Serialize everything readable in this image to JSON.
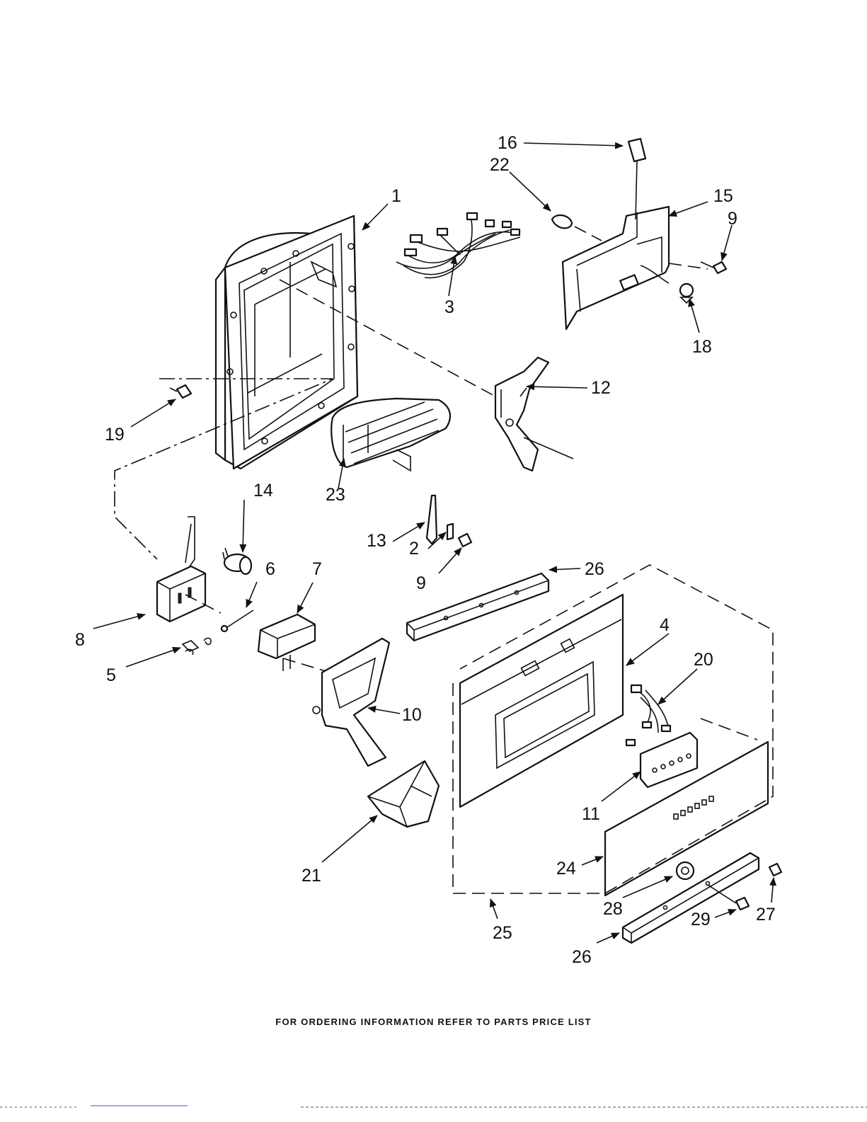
{
  "diagram": {
    "footer_note": "FOR ORDERING INFORMATION REFER TO PARTS PRICE LIST",
    "callouts": {
      "c1": "1",
      "c2": "2",
      "c3": "3",
      "c4": "4",
      "c5": "5",
      "c6": "6",
      "c7": "7",
      "c8": "8",
      "c9a": "9",
      "c9b": "9",
      "c10": "10",
      "c11": "11",
      "c12": "12",
      "c13": "13",
      "c14": "14",
      "c15": "15",
      "c16": "16",
      "c18": "18",
      "c19": "19",
      "c20": "20",
      "c21": "21",
      "c22": "22",
      "c23": "23",
      "c24": "24",
      "c25": "25",
      "c26a": "26",
      "c26b": "26",
      "c27": "27",
      "c28": "28",
      "c29": "29"
    }
  }
}
